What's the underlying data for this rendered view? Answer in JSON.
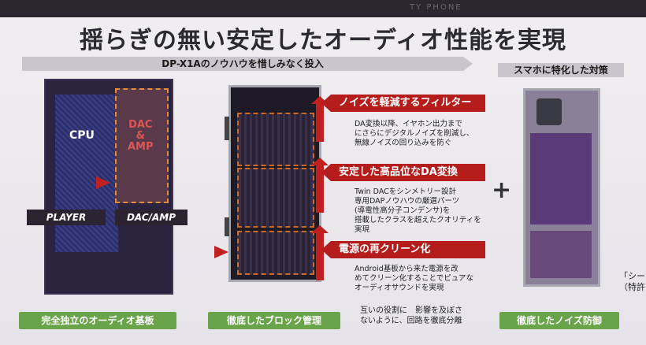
{
  "header": {
    "brand_fragment": "TY PHONE"
  },
  "title": "揺らぎの無い安定したオーディオ性能を実現",
  "banners": {
    "left": "DP-X1Aのノウハウを惜しみなく投入",
    "right": "スマホに特化した対策"
  },
  "board_left": {
    "cpu": "CPU",
    "dac": "DAC\n&\nAMP",
    "player": "PLAYER",
    "dacamp": "DAC/AMP"
  },
  "features": [
    {
      "title": "ノイズを軽減するフィルター",
      "desc": "DA変換以降、イヤホン出力まで\nにさらにデジタルノイズを削減し、\n無線ノイズの回り込みを防ぐ"
    },
    {
      "title": "安定した高品位なDA変換",
      "desc": "Twin DACをシンメトリー設計\n専用DAPノウハウの厳選パーツ\n(導電性高分子コンデンサ)を\n搭載したクラスを超えたクオリティを\n実現"
    },
    {
      "title": "電源の再クリーン化",
      "desc": "Android基板から来た電源を改\nめてクリーン化することでピュアな\nオーディオサウンドを実現"
    }
  ],
  "note": "互いの役割に　影響を及ぼさ\nないように、回路を徹底分離",
  "bottom_labels": [
    "完全独立のオーディオ基板",
    "徹底したブロック管理",
    "徹底したノイズ防御"
  ],
  "plus": "+",
  "side_note": "「シー\n（特許"
}
